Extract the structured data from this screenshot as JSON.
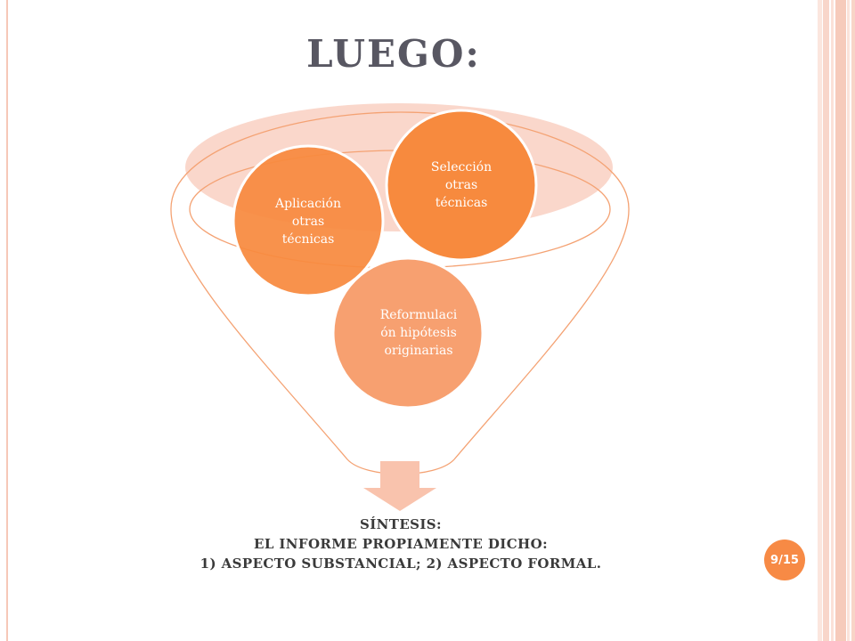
{
  "slide": {
    "title": "LUEGO:",
    "page_indicator": "9/15"
  },
  "diagram": {
    "circles": [
      {
        "id": "aplicacion",
        "lines": [
          "Aplicación",
          "otras",
          "técnicas"
        ]
      },
      {
        "id": "seleccion",
        "lines": [
          "Selección",
          "otras",
          "técnicas"
        ]
      },
      {
        "id": "reformulacion",
        "lines": [
          "Reformulaci",
          "ón hipótesis",
          "originarias"
        ]
      }
    ],
    "synthesis_lines": [
      "SÍNTESIS:",
      "EL INFORME PROPIAMENTE DICHO:",
      "1) ASPECTO SUBSTANCIAL; 2) ASPECTO FORMAL."
    ]
  },
  "colors": {
    "accent_dark": "#f78a3e",
    "accent_light": "#f7a070",
    "funnel_line": "#f4a273",
    "title": "#585762"
  }
}
